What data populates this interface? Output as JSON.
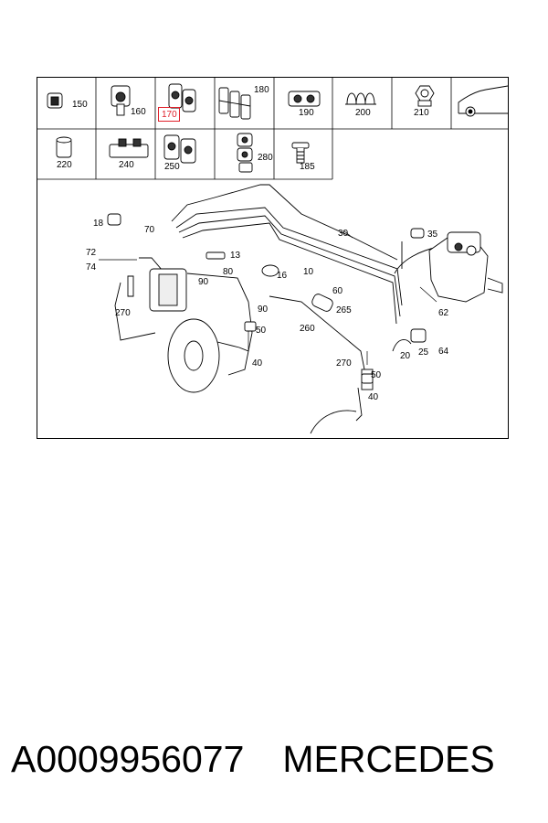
{
  "parts_grid": {
    "row1": [
      "150",
      "160",
      "170",
      "180",
      "190",
      "200",
      "210"
    ],
    "row2": [
      "220",
      "240",
      "250",
      "280",
      "185"
    ],
    "highlighted": "170",
    "highlight_color": "#e0202a"
  },
  "callouts": [
    "18",
    "70",
    "30",
    "35",
    "72",
    "74",
    "13",
    "80",
    "16",
    "10",
    "90",
    "60",
    "265",
    "62",
    "64",
    "270",
    "260",
    "50",
    "20",
    "25",
    "40",
    "270",
    "50",
    "40",
    "90"
  ],
  "caption": {
    "part_number": "A0009956077",
    "brand": "MERCEDES"
  }
}
